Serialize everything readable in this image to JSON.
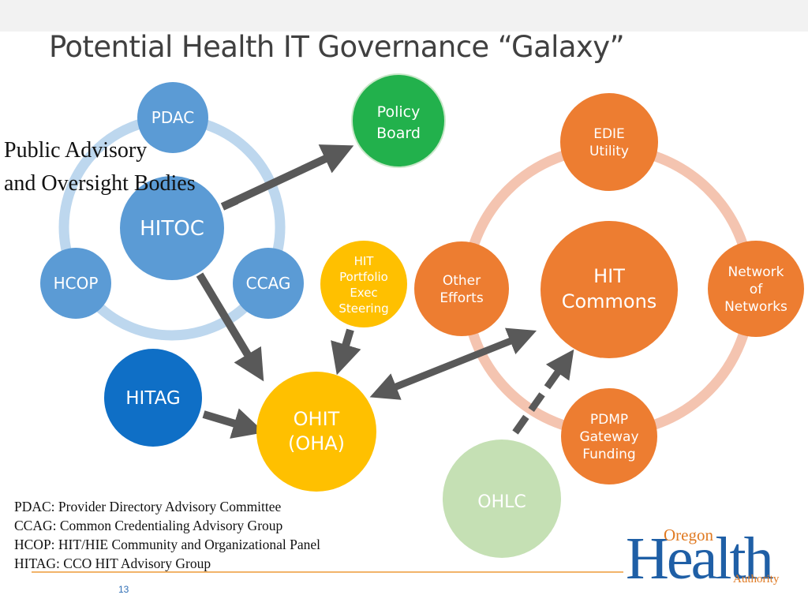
{
  "slide": {
    "title": "Potential Health IT Governance “Galaxy”",
    "page_number": "13"
  },
  "side_label": {
    "line1": "Public Advisory",
    "line2": "and Oversight Bodies"
  },
  "nodes": {
    "pdac": "PDAC",
    "hitoc": "HITOC",
    "hcop": "HCOP",
    "ccag": "CCAG",
    "policy_board": [
      "Policy",
      "Board"
    ],
    "hit_portfolio": [
      "HIT",
      "Portfolio",
      "Exec",
      "Steering"
    ],
    "hitag": "HITAG",
    "ohit": [
      "OHIT",
      "(OHA)"
    ],
    "edie": [
      "EDIE",
      "Utility"
    ],
    "other_efforts": [
      "Other",
      "Efforts"
    ],
    "hit_commons": [
      "HIT",
      "Commons"
    ],
    "network_of_networks": [
      "Network",
      "of",
      "Networks"
    ],
    "pdmp": [
      "PDMP",
      "Gateway",
      "Funding"
    ],
    "ohlc": "OHLC"
  },
  "legend": [
    "PDAC: Provider Directory Advisory Committee",
    "CCAG: Common Credentialing Advisory Group",
    "HCOP: HIT/HIE Community and Organizational Panel",
    "HITAG: CCO HIT Advisory Group"
  ],
  "logo": {
    "top": "Oregon",
    "main": "Health",
    "bottom": "Authority"
  },
  "colors": {
    "blue_node": "#5b9bd5",
    "dark_blue_node": "#0f6fc6",
    "blue_ring": "#bdd7ee",
    "orange_node": "#ed7d31",
    "orange_ring": "#f4c4b0",
    "green_node": "#22b14c",
    "yellow_node": "#ffc000",
    "light_green_node": "#c5e0b4",
    "arrow": "#595959"
  }
}
